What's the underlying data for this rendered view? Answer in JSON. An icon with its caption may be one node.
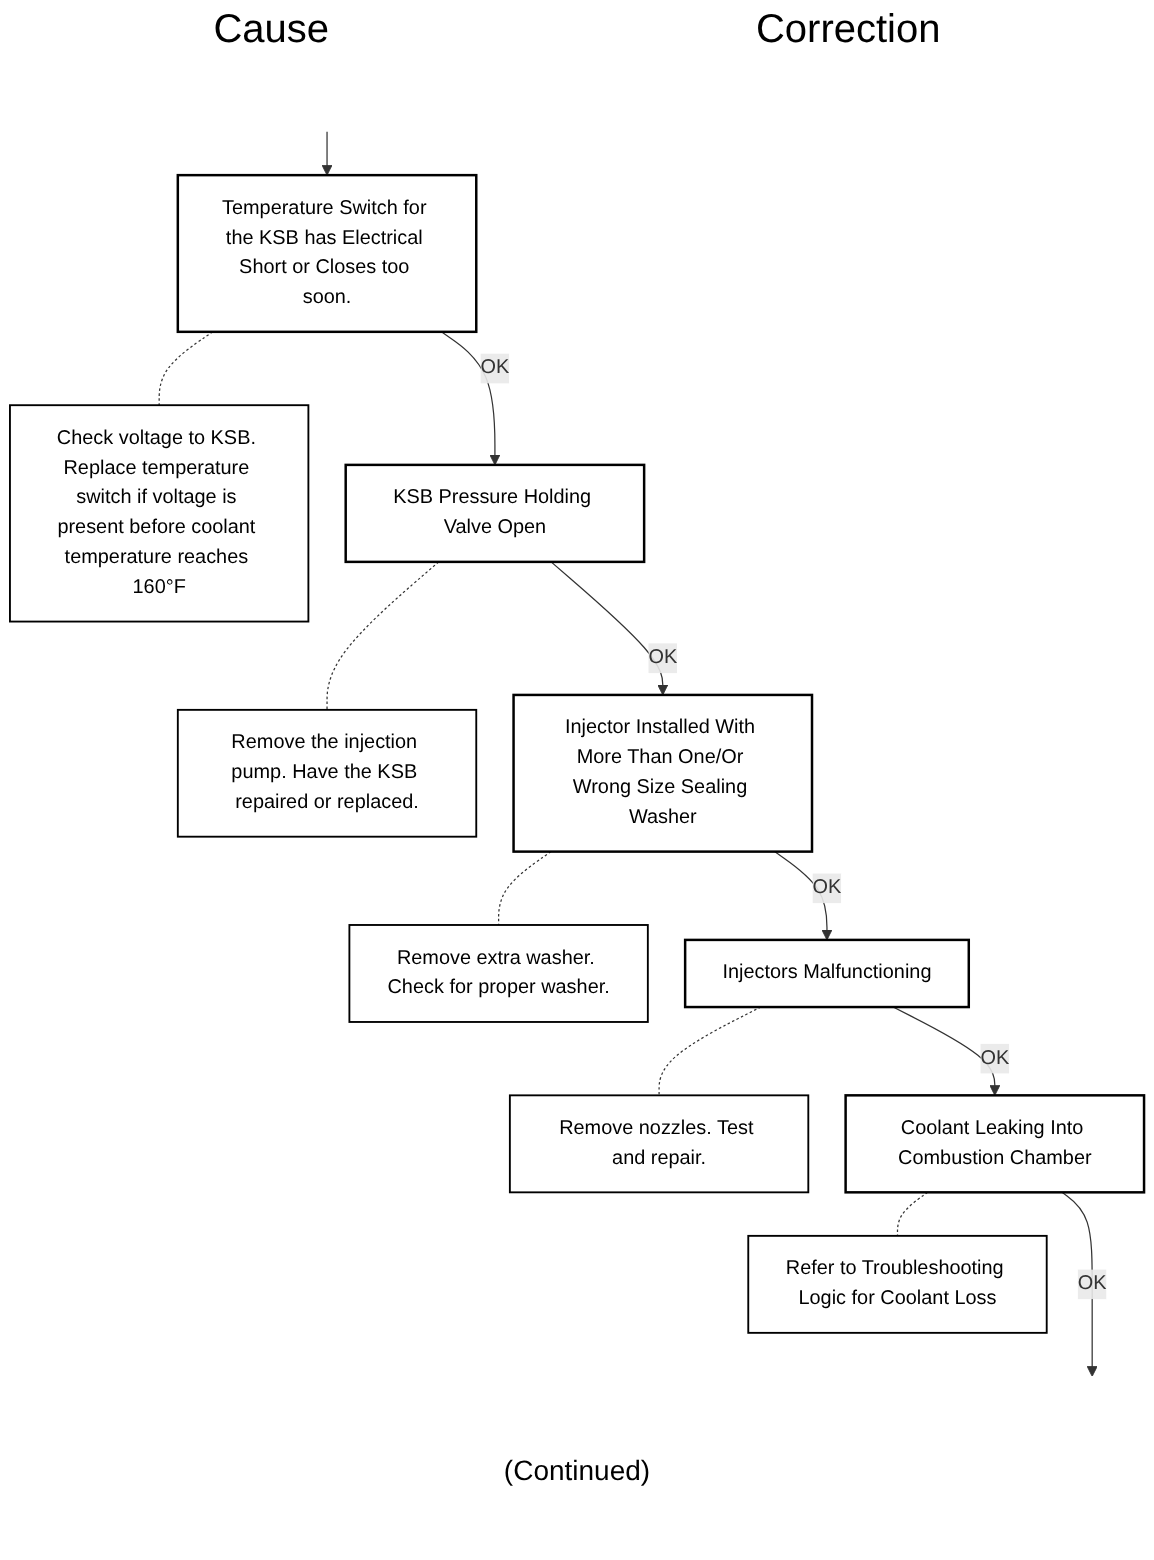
{
  "diagram": {
    "nodes": [
      {
        "text": [
          "Temperature Switch for the KSB has Electrical Short or Closes too soon."
        ]
      },
      {
        "text": [
          "Check voltage to KSB. Replace temperature switch if voltage is present before coolant temperature reaches 160°F"
        ]
      },
      {
        "text": [
          "KSB Pressure Holding Valve Open"
        ]
      },
      {
        "text": [
          "Remove the injection pump. Have the KSB repaired or replaced."
        ]
      },
      {
        "text": [
          "Injector Installed With More Than One/Or Wrong Size Sealing Washer"
        ]
      },
      {
        "text": [
          "Remove extra washer. Check for proper washer."
        ]
      },
      {
        "text": [
          "Injectors Malfunctioning"
        ]
      },
      {
        "text": [
          "Remove nozzles. Test and repair."
        ]
      },
      {
        "text": [
          "Coolant Leaking Into Combustion Chamber"
        ]
      },
      {
        "text": [
          "Refer to Troubleshooting Logic for Coolant Loss"
        ]
      }
    ],
    "edges": [
      {
        "from": null,
        "to": 0,
        "arrow": "to"
      },
      {
        "from": 0,
        "to": 1,
        "arrow": "none",
        "style": "dashed"
      },
      {
        "from": 0,
        "to": 2,
        "arrow": "to",
        "label": "OK"
      },
      {
        "from": 2,
        "to": 3,
        "arrow": "none",
        "style": "dashed"
      },
      {
        "from": 2,
        "to": 4,
        "arrow": "to",
        "label": "OK"
      },
      {
        "from": 4,
        "to": 5,
        "arrow": "none",
        "style": "dashed"
      },
      {
        "from": 4,
        "to": 6,
        "arrow": "to",
        "label": "OK"
      },
      {
        "from": 6,
        "to": 7,
        "arrow": "none",
        "style": "dashed"
      },
      {
        "from": 6,
        "to": 8,
        "arrow": "to",
        "label": "OK"
      },
      {
        "from": 8,
        "to": 9,
        "arrow": "none",
        "style": "dashed"
      },
      {
        "from": 8,
        "to": null,
        "arrow": "to",
        "label": "OK"
      }
    ],
    "labels": [
      "Cause",
      "Correction",
      "(Continued)"
    ]
  }
}
